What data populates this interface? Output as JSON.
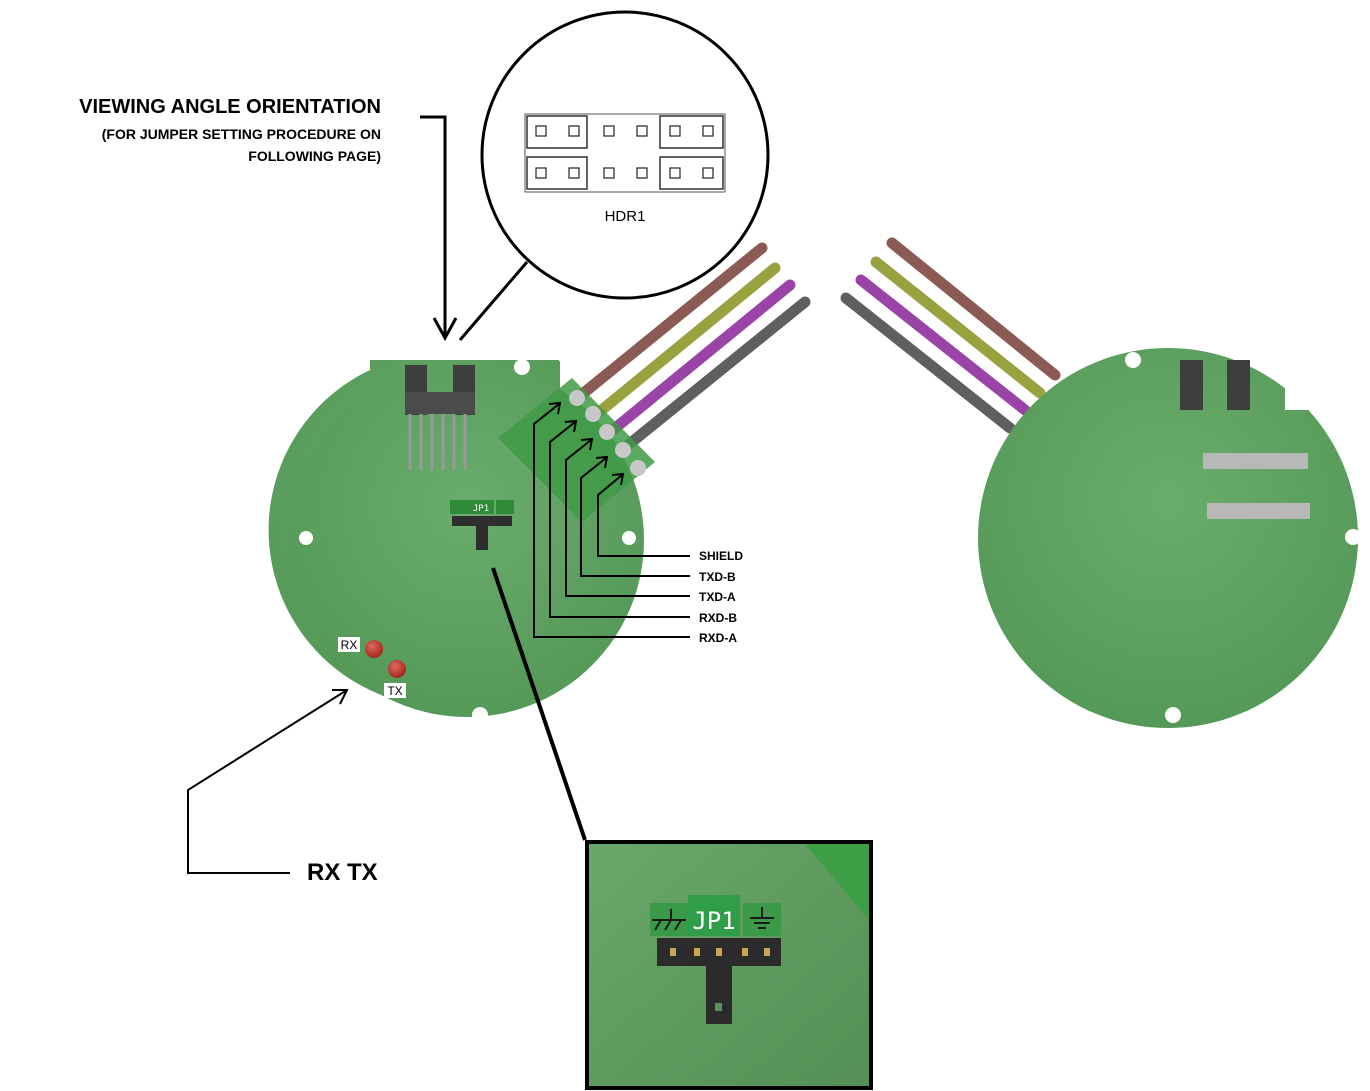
{
  "callouts": {
    "viewing_angle_title": "VIEWING ANGLE ORIENTATION",
    "viewing_angle_sub1": "(FOR JUMPER SETTING PROCEDURE ON",
    "viewing_angle_sub2": "FOLLOWING PAGE)",
    "rx_tx": "RX  TX"
  },
  "header_zoom": {
    "label": "HDR1"
  },
  "board": {
    "rx_label": "RX",
    "tx_label": "TX",
    "jumper_label": "JP1"
  },
  "terminals": [
    "SHIELD",
    "TXD-B",
    "TXD-A",
    "RXD-B",
    "RXD-A"
  ],
  "jumper_zoom": {
    "label": "JP1"
  },
  "colors": {
    "board_green": "#5fa163",
    "wire_brown": "#8b5a55",
    "wire_olive": "#9aa13f",
    "wire_purple": "#9b44a8",
    "wire_gray": "#5f5f5f",
    "led_red": "#c0302a"
  }
}
